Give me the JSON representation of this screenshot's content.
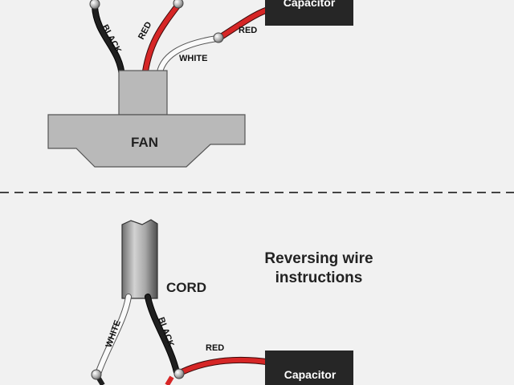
{
  "top_diagram": {
    "fan_label": "FAN",
    "capacitor_label": "Capacitor",
    "wire_black": "BLACK",
    "wire_red_left": "RED",
    "wire_red_right": "RED",
    "wire_white": "WHITE"
  },
  "bottom_diagram": {
    "cord_label": "CORD",
    "capacitor_label": "Capacitor",
    "wire_white": "WHITE",
    "wire_black": "BLACK",
    "wire_red": "RED"
  },
  "caption": {
    "line1": "Reversing wire",
    "line2": "instructions"
  },
  "colors": {
    "background": "#f1f1f1",
    "wire_black": "#1f1f1f",
    "wire_red": "#d62626",
    "wire_white": "#fafafa",
    "fan_body": "#b9b9b9",
    "capacitor": "#262626"
  }
}
